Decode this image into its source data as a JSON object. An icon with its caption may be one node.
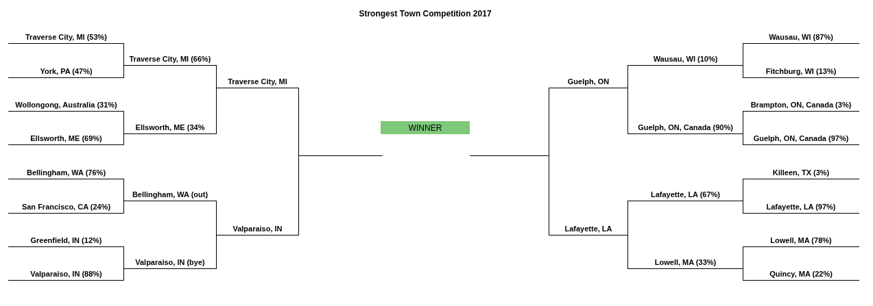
{
  "diagram": {
    "title": "Strongest Town Competition 2017",
    "nodes": [
      {
        "text": [
          "Traverse City, MI (53%)"
        ]
      },
      {
        "text": [
          "York, PA (47%)"
        ]
      },
      {
        "text": [
          "Wollongong, Australia (31%)"
        ]
      },
      {
        "text": [
          "Ellsworth, ME (69%)"
        ]
      },
      {
        "text": [
          "Bellingham, WA (76%)"
        ]
      },
      {
        "text": [
          "San Francisco, CA (24%)"
        ]
      },
      {
        "text": [
          "Greenfield, IN (12%)"
        ]
      },
      {
        "text": [
          "Valparaiso, IN (88%)"
        ]
      },
      {
        "text": [
          "Traverse City, MI (66%)"
        ]
      },
      {
        "text": [
          "Ellsworth, ME (34%"
        ]
      },
      {
        "text": [
          "Bellingham, WA (out)"
        ]
      },
      {
        "text": [
          "Valparaiso, IN (bye)"
        ]
      },
      {
        "text": [
          "Traverse City, MI"
        ]
      },
      {
        "text": [
          "Valparaiso, IN"
        ]
      },
      {
        "text": [
          "WINNER"
        ]
      },
      {
        "text": [
          "Guelph, ON"
        ]
      },
      {
        "text": [
          "Lafayette, LA"
        ]
      },
      {
        "text": [
          "Wausau, WI (10%)"
        ]
      },
      {
        "text": [
          "Guelph, ON, Canada (90%)"
        ]
      },
      {
        "text": [
          "Lafayette, LA (67%)"
        ]
      },
      {
        "text": [
          "Lowell, MA (33%)"
        ]
      },
      {
        "text": [
          "Wausau, WI (87%)"
        ]
      },
      {
        "text": [
          "Fitchburg, WI (13%)"
        ]
      },
      {
        "text": [
          "Brampton, ON, Canada (3%)"
        ]
      },
      {
        "text": [
          "Guelph, ON, Canada (97%)"
        ]
      },
      {
        "text": [
          "Killeen, TX (3%)"
        ]
      },
      {
        "text": [
          "Lafayette, LA (97%)"
        ]
      },
      {
        "text": [
          "Lowell, MA (78%)"
        ]
      },
      {
        "text": [
          "Quincy, MA (22%)"
        ]
      }
    ],
    "edges": [
      {
        "from": 0,
        "to": 8,
        "arrow": "none"
      },
      {
        "from": 1,
        "to": 8,
        "arrow": "none"
      },
      {
        "from": 2,
        "to": 9,
        "arrow": "none"
      },
      {
        "from": 3,
        "to": 9,
        "arrow": "none"
      },
      {
        "from": 4,
        "to": 10,
        "arrow": "none"
      },
      {
        "from": 5,
        "to": 10,
        "arrow": "none"
      },
      {
        "from": 6,
        "to": 11,
        "arrow": "none"
      },
      {
        "from": 7,
        "to": 11,
        "arrow": "none"
      },
      {
        "from": 8,
        "to": 12,
        "arrow": "none"
      },
      {
        "from": 9,
        "to": 12,
        "arrow": "none"
      },
      {
        "from": 10,
        "to": 13,
        "arrow": "none"
      },
      {
        "from": 11,
        "to": 13,
        "arrow": "none"
      },
      {
        "from": 12,
        "to": 14,
        "arrow": "none"
      },
      {
        "from": 13,
        "to": 14,
        "arrow": "none"
      },
      {
        "from": 15,
        "to": 14,
        "arrow": "none"
      },
      {
        "from": 16,
        "to": 14,
        "arrow": "none"
      },
      {
        "from": 17,
        "to": 15,
        "arrow": "none"
      },
      {
        "from": 18,
        "to": 15,
        "arrow": "none"
      },
      {
        "from": 19,
        "to": 16,
        "arrow": "none"
      },
      {
        "from": 20,
        "to": 16,
        "arrow": "none"
      },
      {
        "from": 21,
        "to": 17,
        "arrow": "none"
      },
      {
        "from": 22,
        "to": 17,
        "arrow": "none"
      },
      {
        "from": 23,
        "to": 18,
        "arrow": "none"
      },
      {
        "from": 24,
        "to": 18,
        "arrow": "none"
      },
      {
        "from": 25,
        "to": 19,
        "arrow": "none"
      },
      {
        "from": 26,
        "to": 19,
        "arrow": "none"
      },
      {
        "from": 27,
        "to": 20,
        "arrow": "none"
      },
      {
        "from": 28,
        "to": 20,
        "arrow": "none"
      }
    ]
  }
}
